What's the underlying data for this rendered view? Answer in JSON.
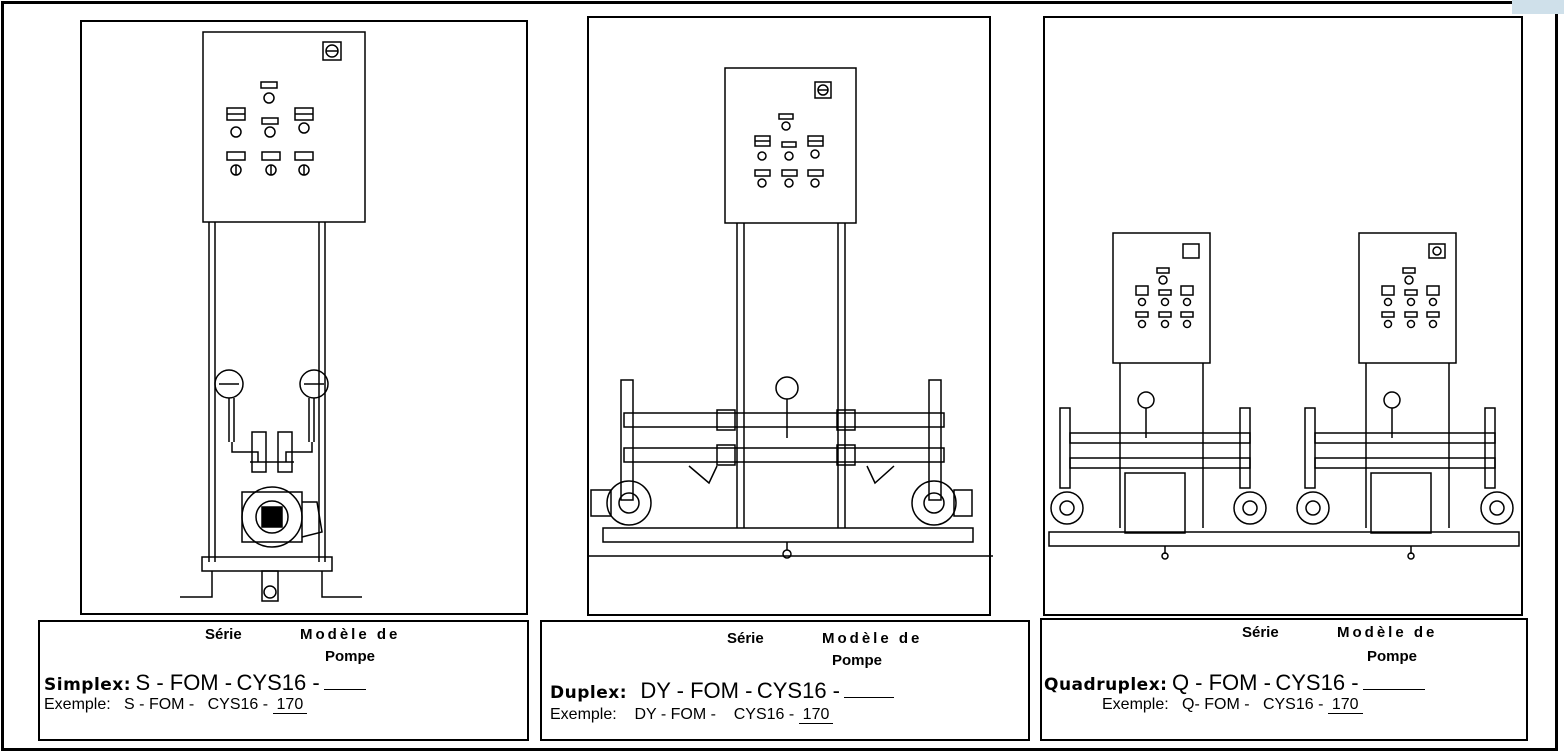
{
  "captions": [
    {
      "type_label": "Simplex:",
      "code_prefix": "S - FOM -",
      "code_mid": "CYS16 -",
      "example_label": "Exemple:",
      "example_prefix": "S - FOM -",
      "example_mid": "CYS16 -",
      "example_value": "170"
    },
    {
      "type_label": "Duplex:",
      "code_prefix": "DY - FOM -",
      "code_mid": "CYS16 -",
      "example_label": "Exemple:",
      "example_prefix": "DY - FOM -",
      "example_mid": "CYS16 -",
      "example_value": "170"
    },
    {
      "type_label": "Quadruplex:",
      "code_prefix": "Q - FOM -",
      "code_mid": "CYS16 -",
      "example_label": "Exemple:",
      "example_prefix": "Q- FOM -",
      "example_mid": "CYS16 -",
      "example_value": "170"
    }
  ],
  "headers": {
    "serie": "Série",
    "modele": "Modèle de",
    "pompe": "Pompe"
  }
}
